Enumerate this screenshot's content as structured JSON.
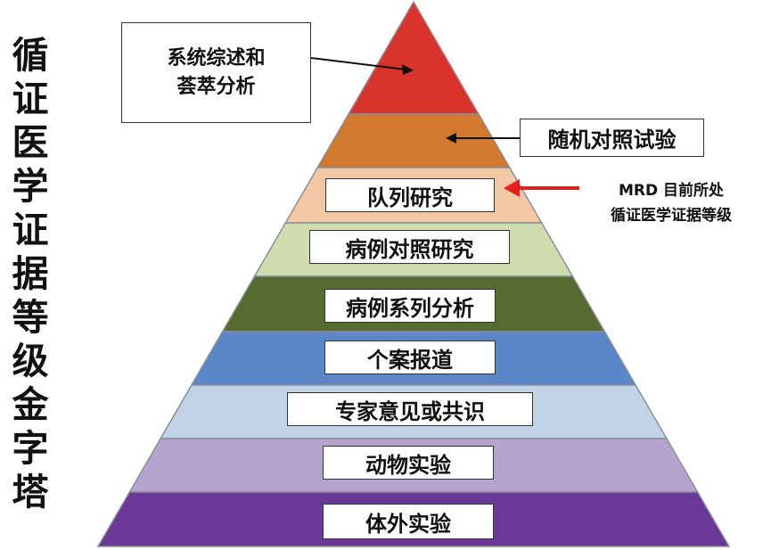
{
  "title_chars": [
    "循",
    "证",
    "医",
    "学",
    "证",
    "据",
    "等",
    "级",
    "金",
    "字",
    "塔"
  ],
  "apex": {
    "line1": "系统综述和",
    "line2": "荟萃分析"
  },
  "rct_label": "随机对照试验",
  "tiers": [
    {
      "label": "队列研究",
      "color": "#f1c8a3"
    },
    {
      "label": "病例对照研究",
      "color": "#cfdcae"
    },
    {
      "label": "病例系列分析",
      "color": "#556b2f"
    },
    {
      "label": "个案报道",
      "color": "#5b86c8"
    },
    {
      "label": "专家意见或共识",
      "color": "#c2d3e8"
    },
    {
      "label": "动物实验",
      "color": "#b6a3cd"
    },
    {
      "label": "体外实验",
      "color": "#6a3896"
    }
  ],
  "band_colors": {
    "apex": "#d9342b",
    "rct": "#d2782f",
    "outline": "#8a8f99"
  },
  "callout": {
    "line1": "MRD 目前所处",
    "line2": "循证医学证据等级",
    "arrow_color": "#e81e1e"
  }
}
